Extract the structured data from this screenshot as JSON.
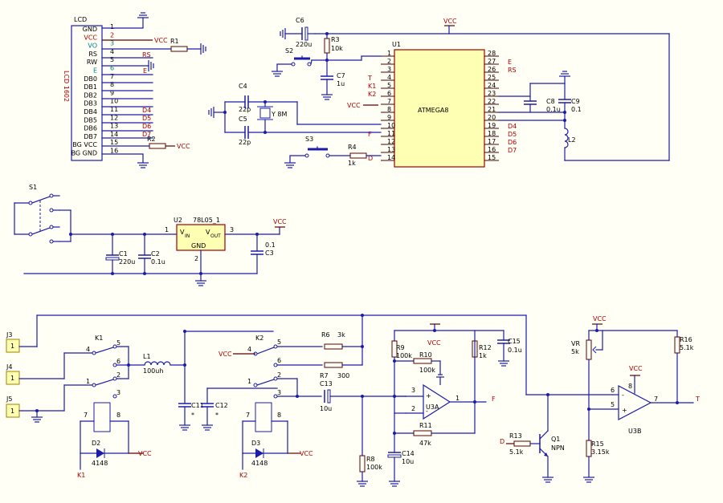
{
  "lcd": {
    "title": "LCD",
    "vertical_label": "LCD 1602",
    "pins": [
      {
        "name": "GND",
        "num": "1"
      },
      {
        "name": "VCC",
        "num": "2"
      },
      {
        "name": "VO",
        "num": "3"
      },
      {
        "name": "RS",
        "num": "4"
      },
      {
        "name": "RW",
        "num": "5"
      },
      {
        "name": "E",
        "num": "6"
      },
      {
        "name": "DB0",
        "num": "7"
      },
      {
        "name": "DB1",
        "num": "8"
      },
      {
        "name": "DB2",
        "num": "9"
      },
      {
        "name": "DB3",
        "num": "10"
      },
      {
        "name": "DB4",
        "num": "11"
      },
      {
        "name": "DB5",
        "num": "12"
      },
      {
        "name": "DB6",
        "num": "13"
      },
      {
        "name": "DB7",
        "num": "14"
      },
      {
        "name": "BG VCC",
        "num": "15"
      },
      {
        "name": "BG GND",
        "num": "16"
      }
    ],
    "net_labels": [
      "VCC",
      "RS",
      "E",
      "D4",
      "D5",
      "D6",
      "D7",
      "VCC"
    ]
  },
  "mcu": {
    "ref": "U1",
    "name": "ATMEGA8",
    "left_pins": [
      "1",
      "2",
      "3",
      "4",
      "5",
      "6",
      "7",
      "8",
      "9",
      "10",
      "11",
      "12",
      "13",
      "14"
    ],
    "right_pins": [
      "28",
      "27",
      "26",
      "25",
      "24",
      "23",
      "22",
      "21",
      "20",
      "19",
      "18",
      "17",
      "16",
      "15"
    ],
    "left_nets": [
      "T",
      "K1",
      "K2",
      "VCC",
      "F",
      "D"
    ],
    "right_nets": [
      "E",
      "RS",
      "D4",
      "D5",
      "D6",
      "D7"
    ]
  },
  "components": {
    "R1": "R1",
    "R2": "R2",
    "R3": "R3",
    "R3v": "10k",
    "R4": "R4",
    "R4v": "1k",
    "C6": "C6",
    "C6v": "220u",
    "C7": "C7",
    "C7v": "1u",
    "S2": "S2",
    "S3": "S3",
    "C4": "C4",
    "C4v": "22p",
    "C5": "C5",
    "C5v": "22p",
    "Y": "Y 8M",
    "C8": "C8",
    "C8v": "0.1u",
    "C9": "C9",
    "C9v": "0.1",
    "L2": "L2",
    "S1": "S1",
    "U2": "U2",
    "U2v": "78L05_1",
    "vin": "V",
    "vin_sub": "IN",
    "vout": "V",
    "vout_sub": "OUT",
    "gndpin": "GND",
    "u2p1": "1",
    "u2p2": "2",
    "u2p3": "3",
    "C1": "C1",
    "C1v": "220u",
    "C2": "C2",
    "C2v": "0.1u",
    "C3": "C3",
    "C3v": "0.1",
    "J3": "J3",
    "J4": "J4",
    "J5": "J5",
    "J1n": "1",
    "K1": "K1",
    "K2": "K2",
    "L1": "L1",
    "L1v": "100uh",
    "C11": "C11",
    "C12": "C12",
    "R6": "R6",
    "R6v": "3k",
    "R7": "R7",
    "R7v": "300",
    "C13": "C13",
    "C13v": "10u",
    "R8": "R8",
    "R8v": "100k",
    "R9": "R9",
    "R9v": "100k",
    "R10": "R10",
    "R10v": "100k",
    "R11": "R11",
    "R11v": "47k",
    "R12": "R12",
    "R12v": "1k",
    "C15": "C15",
    "C15v": "0.1u",
    "C14": "C14",
    "C14v": "10u",
    "U3A": "U3A",
    "U3B": "U3B",
    "F": "F",
    "T": "T",
    "R13": "R13",
    "R13v": "5.1k",
    "D": "D",
    "Q1": "Q1",
    "Q1v": "NPN",
    "VR": "VR",
    "VRv": "5k",
    "R15": "R15",
    "R15v": "3.15k",
    "R16": "R16",
    "R16v": "5.1k",
    "D2": "D2",
    "D2v": "4148",
    "D3": "D3",
    "D3v": "4148",
    "VCC": "VCC"
  }
}
